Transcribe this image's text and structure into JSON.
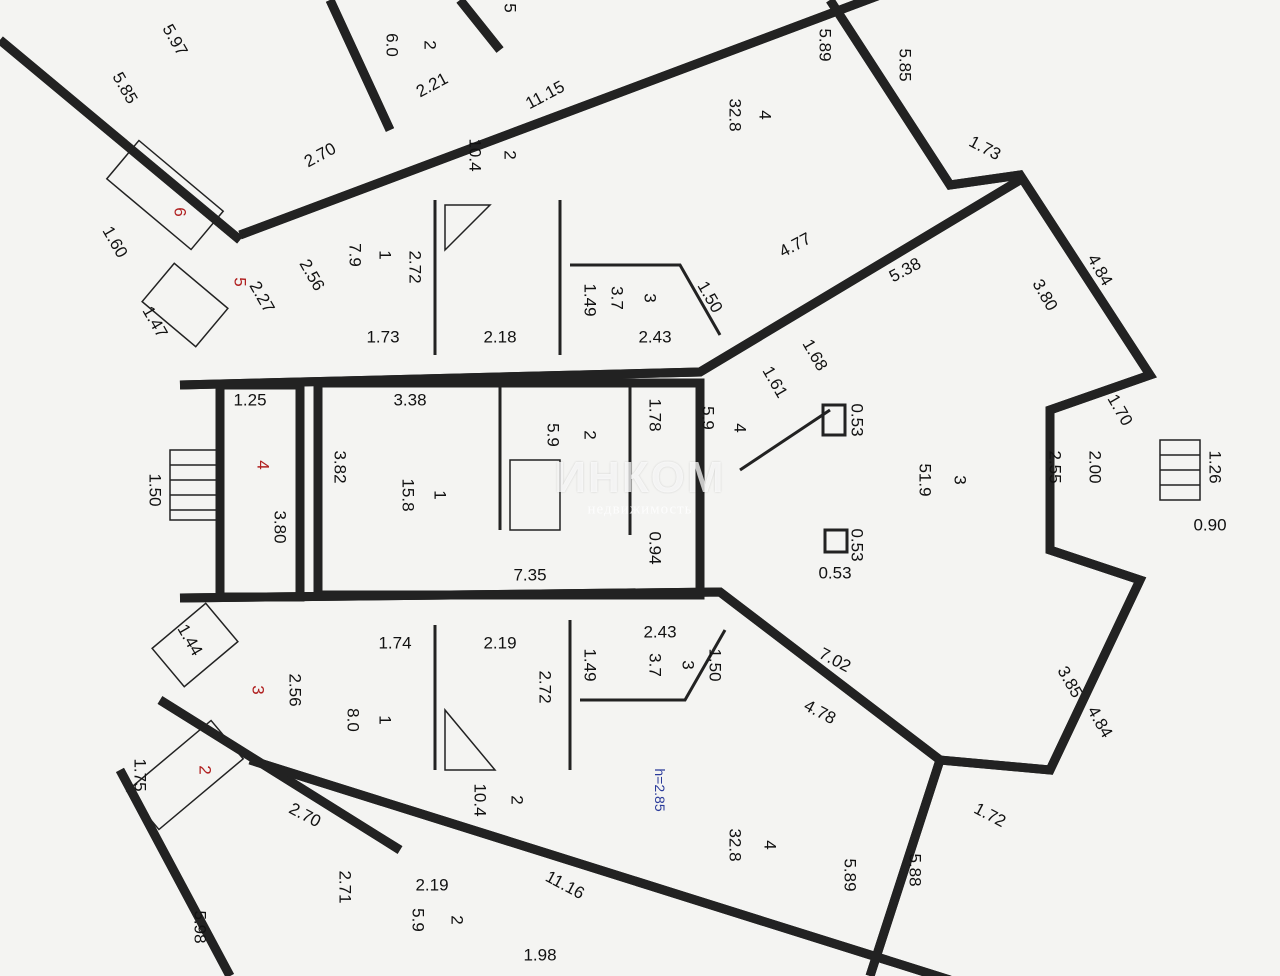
{
  "plan": {
    "height_note": "h=2.85",
    "watermark": {
      "brand": "ИНКОМ",
      "tagline": "недвижимость"
    },
    "stair_numbers": [
      "6",
      "5",
      "4",
      "3",
      "2"
    ],
    "rooms": [
      {
        "no": "4",
        "area": "32.8"
      },
      {
        "no": "2",
        "area": "10.4"
      },
      {
        "no": "1",
        "area": "7.9"
      },
      {
        "no": "3",
        "area": "3.7"
      },
      {
        "no": "2",
        "area": "5.9"
      },
      {
        "no": "4",
        "area": "5.9"
      },
      {
        "no": "1",
        "area": "15.8"
      },
      {
        "no": "3",
        "area": "51.9"
      },
      {
        "no": "3",
        "area": "3.7"
      },
      {
        "no": "1",
        "area": "8.0"
      },
      {
        "no": "2",
        "area": "10.4"
      },
      {
        "no": "4",
        "area": "32.8"
      },
      {
        "no": "2",
        "area": "5.9"
      },
      {
        "no": "2",
        "area": "6.0"
      },
      {
        "no": "5",
        "area": ""
      }
    ],
    "dimensions": [
      "5.97",
      "5.85",
      "2.21",
      "11.15",
      "2.70",
      "5.89",
      "5.85",
      "1.73",
      "1.60",
      "2.72",
      "2.56",
      "2.27",
      "4.77",
      "5.38",
      "3.80",
      "4.84",
      "1.49",
      "1.50",
      "1.73",
      "2.18",
      "2.43",
      "1.47",
      "1.68",
      "1.61",
      "1.25",
      "3.38",
      "0.53",
      "1.78",
      "1.70",
      "3.82",
      "1.50",
      "2.55",
      "2.00",
      "1.26",
      "0.90",
      "3.80",
      "0.94",
      "0.53",
      "0.53",
      "7.35",
      "2.43",
      "1.74",
      "2.19",
      "1.49",
      "1.50",
      "1.44",
      "2.72",
      "7.02",
      "2.56",
      "4.78",
      "3.85",
      "4.84",
      "1.75",
      "2.70",
      "1.72",
      "5.89",
      "5.88",
      "11.16",
      "2.71",
      "2.19",
      "5.98",
      "1.98"
    ]
  }
}
